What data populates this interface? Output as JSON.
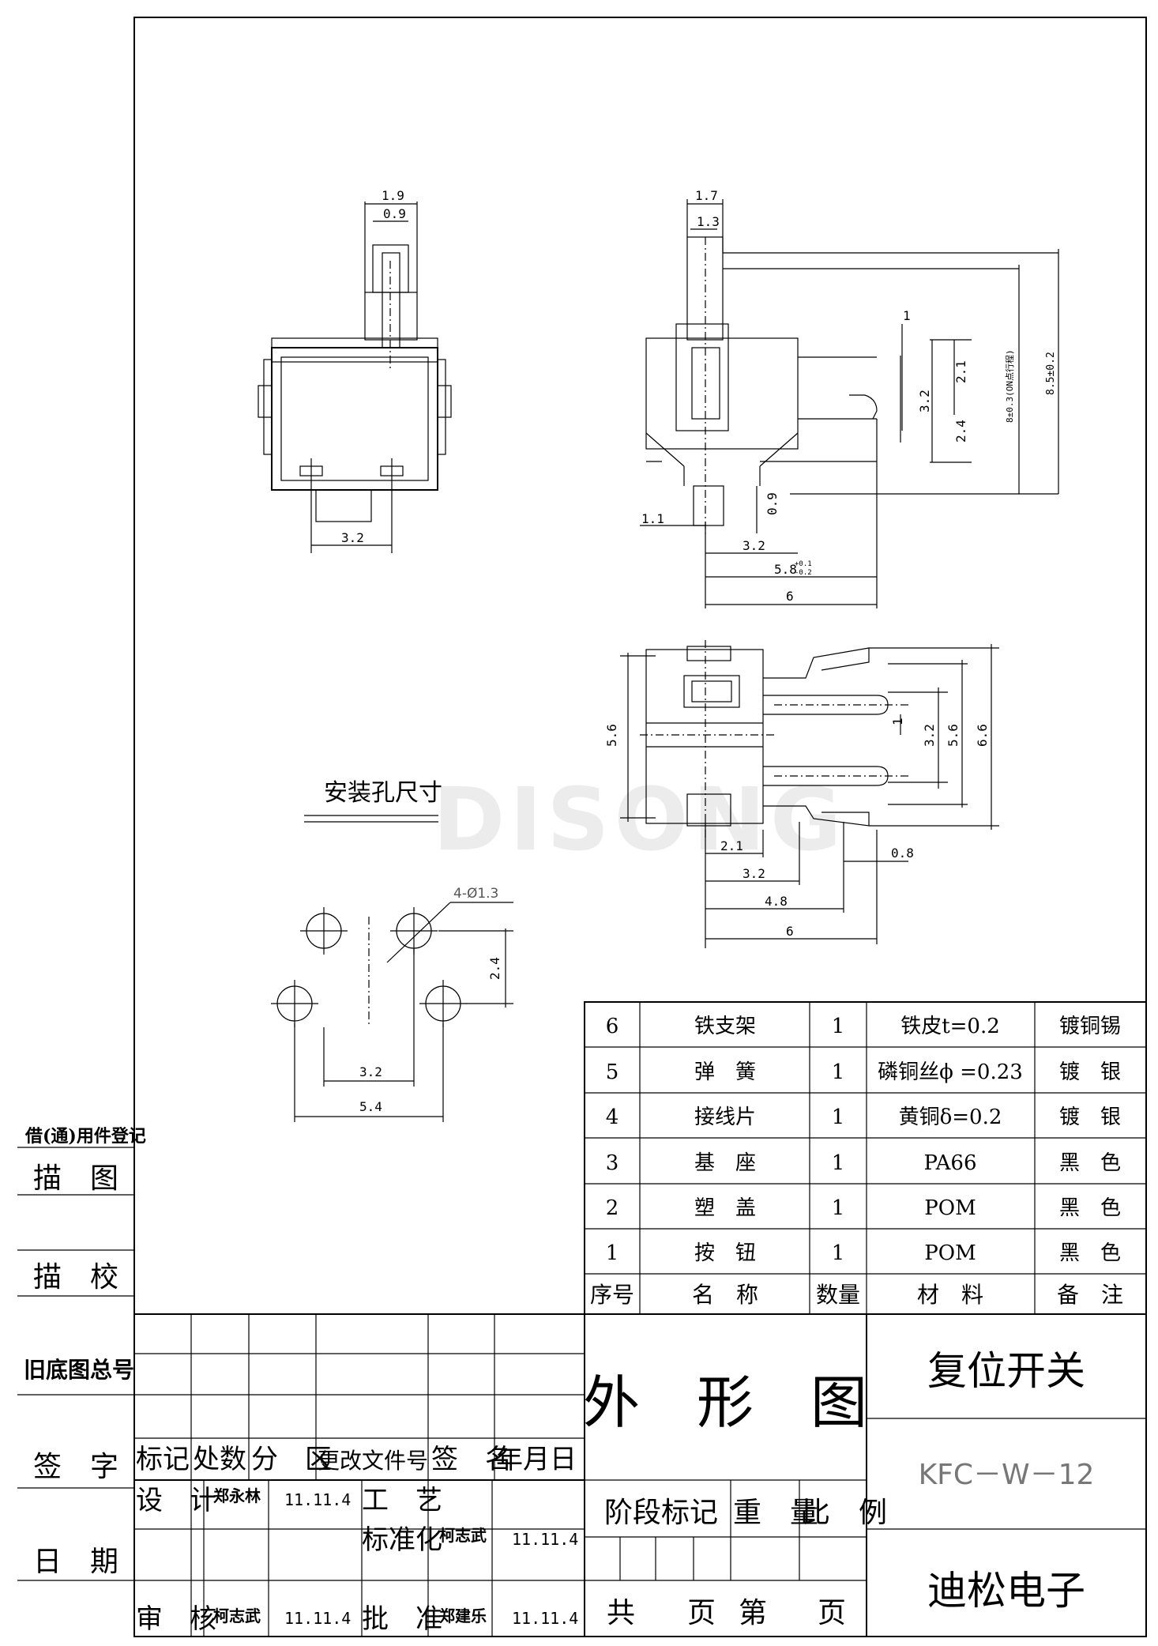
{
  "watermark": "DISONG",
  "side_labels": {
    "borrow_register": "借(通)用件登记",
    "trace": "描　图",
    "trace_check": "描　校",
    "old_base_no": "旧底图总号",
    "signature": "签　字",
    "date": "日　期"
  },
  "views": {
    "front": {
      "dims": [
        "1.9",
        "0.9",
        "3.2"
      ]
    },
    "side": {
      "dims": [
        "1.7",
        "1.3",
        "1",
        "2.1",
        "3.2",
        "2.4",
        "8±0.3(ON点行程)",
        "8.5±0.2",
        "0.9",
        "1.1",
        "3.2",
        "5.8",
        "+0.1",
        "-0.2",
        "6"
      ]
    },
    "bottom": {
      "dims": [
        "5.6",
        "1",
        "3.2",
        "5.6",
        "6.6",
        "2.1",
        "3.2",
        "4.8",
        "6",
        "0.8"
      ]
    },
    "holes": {
      "title": "安装孔尺寸",
      "dims": [
        "4-Ø1.3",
        "2.4",
        "3.2",
        "5.4"
      ]
    }
  },
  "bom": {
    "headers": [
      "序号",
      "名　称",
      "数量",
      "材　料",
      "备　注"
    ],
    "rows": [
      {
        "no": "6",
        "name": "铁支架",
        "qty": "1",
        "material": "铁皮t=0.2",
        "note": "镀铜锡"
      },
      {
        "no": "5",
        "name": "弹　簧",
        "qty": "1",
        "material": "磷铜丝ϕ =0.23",
        "note": "镀　银"
      },
      {
        "no": "4",
        "name": "接线片",
        "qty": "1",
        "material": "黄铜δ=0.2",
        "note": "镀　银"
      },
      {
        "no": "3",
        "name": "基　座",
        "qty": "1",
        "material": "PA66",
        "note": "黑　色"
      },
      {
        "no": "2",
        "name": "塑　盖",
        "qty": "1",
        "material": "POM",
        "note": "黑　色"
      },
      {
        "no": "1",
        "name": "按　钮",
        "qty": "1",
        "material": "POM",
        "note": "黑　色"
      }
    ]
  },
  "title_block": {
    "drawing_type": "外　形　图",
    "product_name": "复位开关",
    "model": "KFC－W－12",
    "company": "迪松电子",
    "revision_headers": [
      "标记",
      "处数",
      "分　区",
      "更改文件号",
      "签　名",
      "年月日"
    ],
    "design_label": "设　计",
    "designer": "郑永林",
    "design_date": "11.11.4",
    "process_label": "工　艺",
    "standard_label": "标准化",
    "standard_person": "柯志武",
    "standard_date": "11.11.4",
    "review_label": "审　核",
    "reviewer": "柯志武",
    "review_date": "11.11.4",
    "approve_label": "批　准",
    "approver": "郑建乐",
    "approve_date": "11.11.4",
    "stage_label": "阶段标记",
    "weight_label": "重　量",
    "scale_label": "比　例",
    "sheets_label": "共",
    "sheets_page": "页",
    "sheet_no_label": "第",
    "sheet_no_page": "页"
  }
}
